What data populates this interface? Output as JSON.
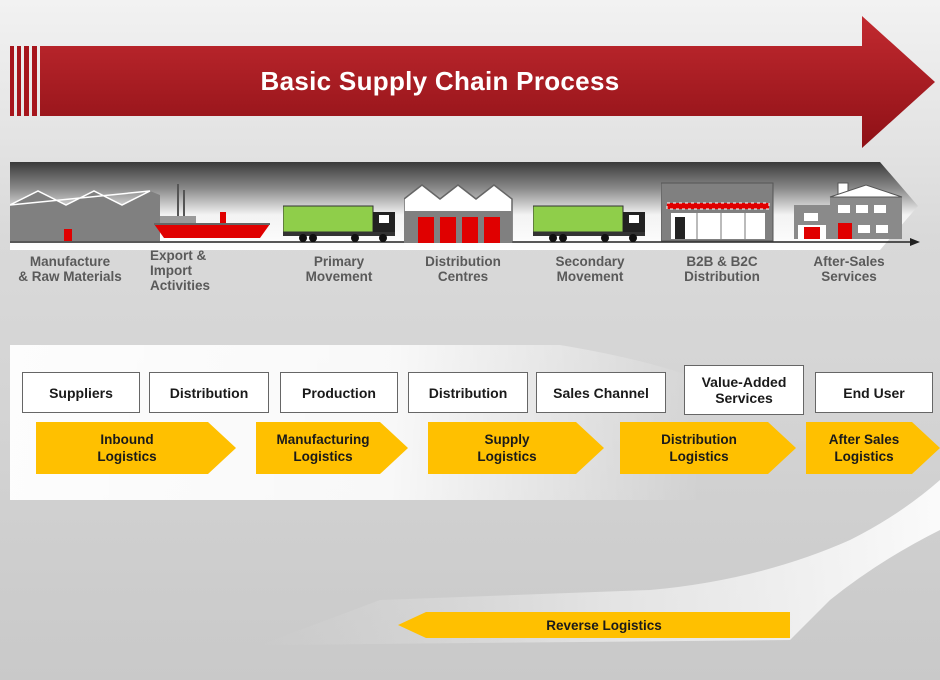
{
  "title": "Basic Supply Chain Process",
  "stages": [
    {
      "label": "Manufacture\n& Raw Materials",
      "icon": "factory-icon"
    },
    {
      "label": "Export &\nImport\nActivities",
      "icon": "ship-icon"
    },
    {
      "label": "Primary\nMovement",
      "icon": "truck-icon"
    },
    {
      "label": "Distribution\nCentres",
      "icon": "warehouse-icon"
    },
    {
      "label": "Secondary\nMovement",
      "icon": "truck-icon"
    },
    {
      "label": "B2B & B2C\nDistribution",
      "icon": "store-icon"
    },
    {
      "label": "After-Sales\nServices",
      "icon": "house-icon"
    }
  ],
  "entities": [
    "Suppliers",
    "Distribution",
    "Production",
    "Distribution",
    "Sales Channel",
    "Value-Added\nServices",
    "End User"
  ],
  "logistics": [
    "Inbound\nLogistics",
    "Manufacturing\nLogistics",
    "Supply\nLogistics",
    "Distribution\nLogistics",
    "After Sales\nLogistics"
  ],
  "reverse_logistics": "Reverse Logistics",
  "colors": {
    "title_arrow": "#a6151c",
    "logistics_arrow": "#ffc000",
    "icon_gray": "#808080",
    "icon_red": "#e00000",
    "icon_green": "#8fce4a"
  }
}
